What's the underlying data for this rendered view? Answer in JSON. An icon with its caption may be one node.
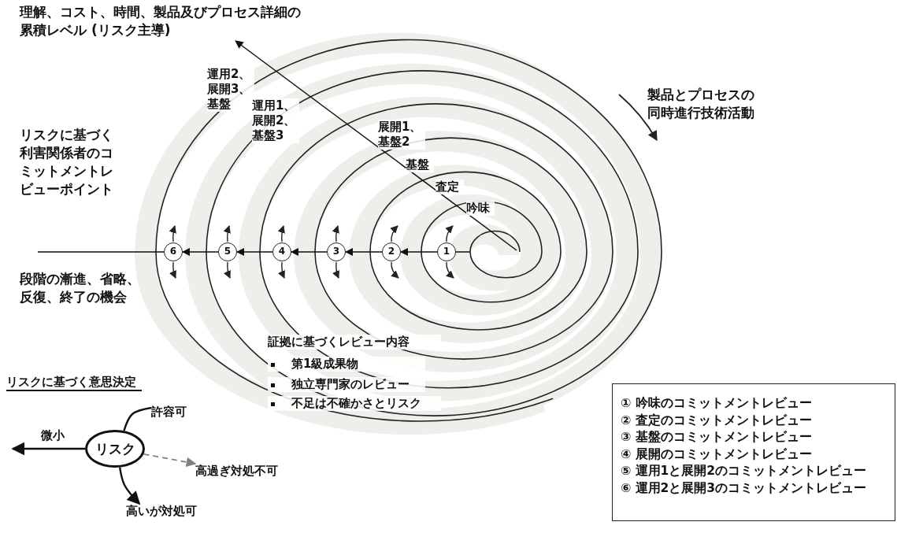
{
  "diagram": {
    "nodes": [
      {
        "text": [
          "理解、コスト、時間、製品及びプロセス詳細の累積レベル (リスク主導)"
        ]
      },
      {
        "text": [
          "6"
        ]
      },
      {
        "text": [
          "5"
        ]
      },
      {
        "text": [
          "4"
        ]
      },
      {
        "text": [
          "3"
        ]
      },
      {
        "text": [
          "2"
        ]
      },
      {
        "text": [
          "1"
        ]
      },
      {
        "text": [
          "リスク"
        ]
      },
      {
        "text": [
          "許容可"
        ]
      },
      {
        "text": [
          "高過ぎ対処不可"
        ]
      },
      {
        "text": [
          "高いが対処可"
        ]
      }
    ],
    "edges": [
      {
        "from": null,
        "to": 0,
        "arrow": "to"
      },
      {
        "from": null,
        "to": 6,
        "arrow": "none"
      },
      {
        "from": 6,
        "to": 5,
        "arrow": "to"
      },
      {
        "from": 5,
        "to": 4,
        "arrow": "to"
      },
      {
        "from": 4,
        "to": 3,
        "arrow": "to"
      },
      {
        "from": 3,
        "to": 2,
        "arrow": "to"
      },
      {
        "from": 2,
        "to": 1,
        "arrow": "to"
      },
      {
        "from": 1,
        "to": null,
        "arrow": "none"
      },
      {
        "from": 7,
        "to": null,
        "arrow": "to",
        "label": "微小"
      },
      {
        "from": 7,
        "to": 8,
        "arrow": "none"
      },
      {
        "from": 7,
        "to": 9,
        "arrow": "to",
        "style": "dashed",
        "color": "#808080"
      },
      {
        "from": 7,
        "to": 10,
        "arrow": "to"
      }
    ],
    "labels": [
      "運用2、展開3、基盤",
      "製品とプロセスの同時進行技術活動",
      "運用1、展開2、基盤3",
      "展開1、基盤2",
      "リスクに基づく利害関係者のコミットメントレビューポイント",
      "基盤",
      "査定",
      "吟味",
      "段階の漸進、省略、反復、終了の機会",
      "証拠に基づくレビュー内容",
      "第1級成果物",
      "独立専門家のレビュー",
      "不足は不確かさとリスク",
      "リスクに基づく意思決定"
    ],
    "legend": [
      {
        "text": "① 吟味のコミットメントレビュー"
      },
      {
        "text": "② 査定のコミットメントレビュー"
      },
      {
        "text": "③ 基盤のコミットメントレビュー"
      },
      {
        "text": "④ 展開のコミットメントレビュー"
      },
      {
        "text": "⑤ 運用1と展開2のコミットメントレビュー"
      },
      {
        "text": "⑥ 運用2と展開3のコミットメントレビュー"
      }
    ]
  }
}
